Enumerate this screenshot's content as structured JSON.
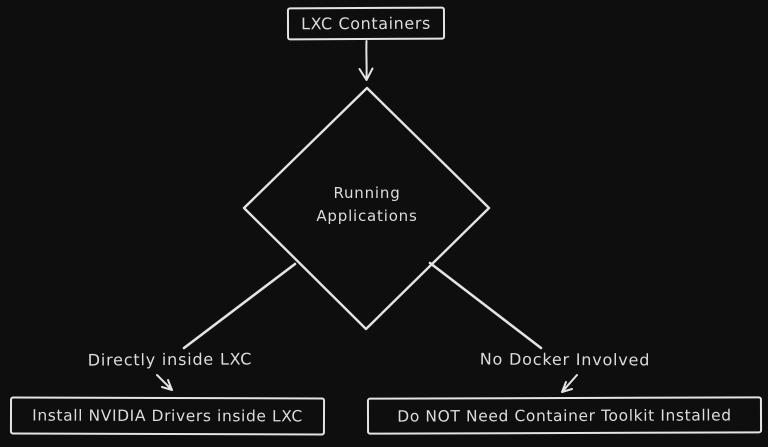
{
  "colors": {
    "background": "#0e0e0e",
    "stroke": "#e4e4e4",
    "text": "#dcdcdc"
  },
  "flowchart": {
    "root": {
      "label": "LXC Containers"
    },
    "decision": {
      "label": "Running\nApplications"
    },
    "branches": {
      "left": {
        "condition": "Directly inside LXC",
        "outcome": "Install NVIDIA Drivers inside LXC"
      },
      "right": {
        "condition": "No Docker Involved",
        "outcome": "Do NOT Need Container Toolkit Installed"
      }
    }
  }
}
